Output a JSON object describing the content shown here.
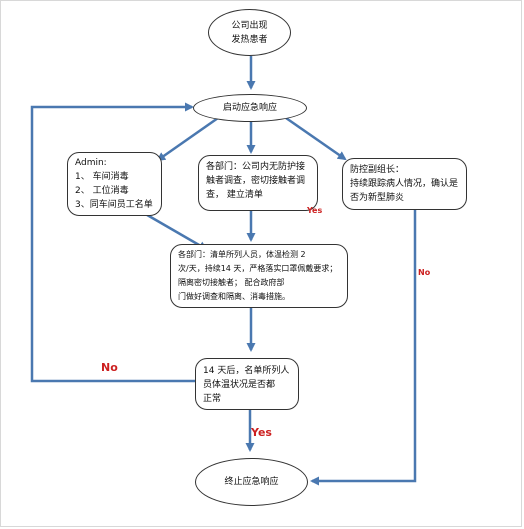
{
  "nodes": {
    "start": {
      "lines": [
        "公司出现",
        "发热患者"
      ]
    },
    "activate": {
      "lines": [
        "启动应急响应"
      ]
    },
    "admin": {
      "lines": [
        "Admin:",
        "1、 车间消毒",
        "2、 工位消毒",
        "3、同车间员工名单"
      ]
    },
    "departments_investigation": {
      "lines": [
        "各部门：公司内无防护接",
        "触者调查，密切接触者调",
        "查， 建立清单"
      ]
    },
    "deputy_leader": {
      "lines": [
        "防控副组长：",
        "持续跟踪病人情况，确认是",
        "否为新型肺炎"
      ]
    },
    "departments_list": {
      "lines": [
        "各部门：清单所列人员，体温检测 2",
        "次/天，持续14 天，严格落实口罩佩戴要求；",
        "隔离密切接触者； 配合政府部",
        "门做好调查和隔离、消毒措施。"
      ]
    },
    "check_14_days": {
      "lines": [
        "14 天后，名单所列人",
        "员体温状况是否都",
        "正常"
      ]
    },
    "end": {
      "lines": [
        "终止应急响应"
      ]
    }
  },
  "edge_labels": {
    "yes_small": "Yes",
    "no_left": "No",
    "no_right": "No",
    "yes_bottom": "Yes"
  },
  "colors": {
    "arrow": "#4a78b0",
    "label_red": "#cc1f1f",
    "node_border": "#333333"
  }
}
